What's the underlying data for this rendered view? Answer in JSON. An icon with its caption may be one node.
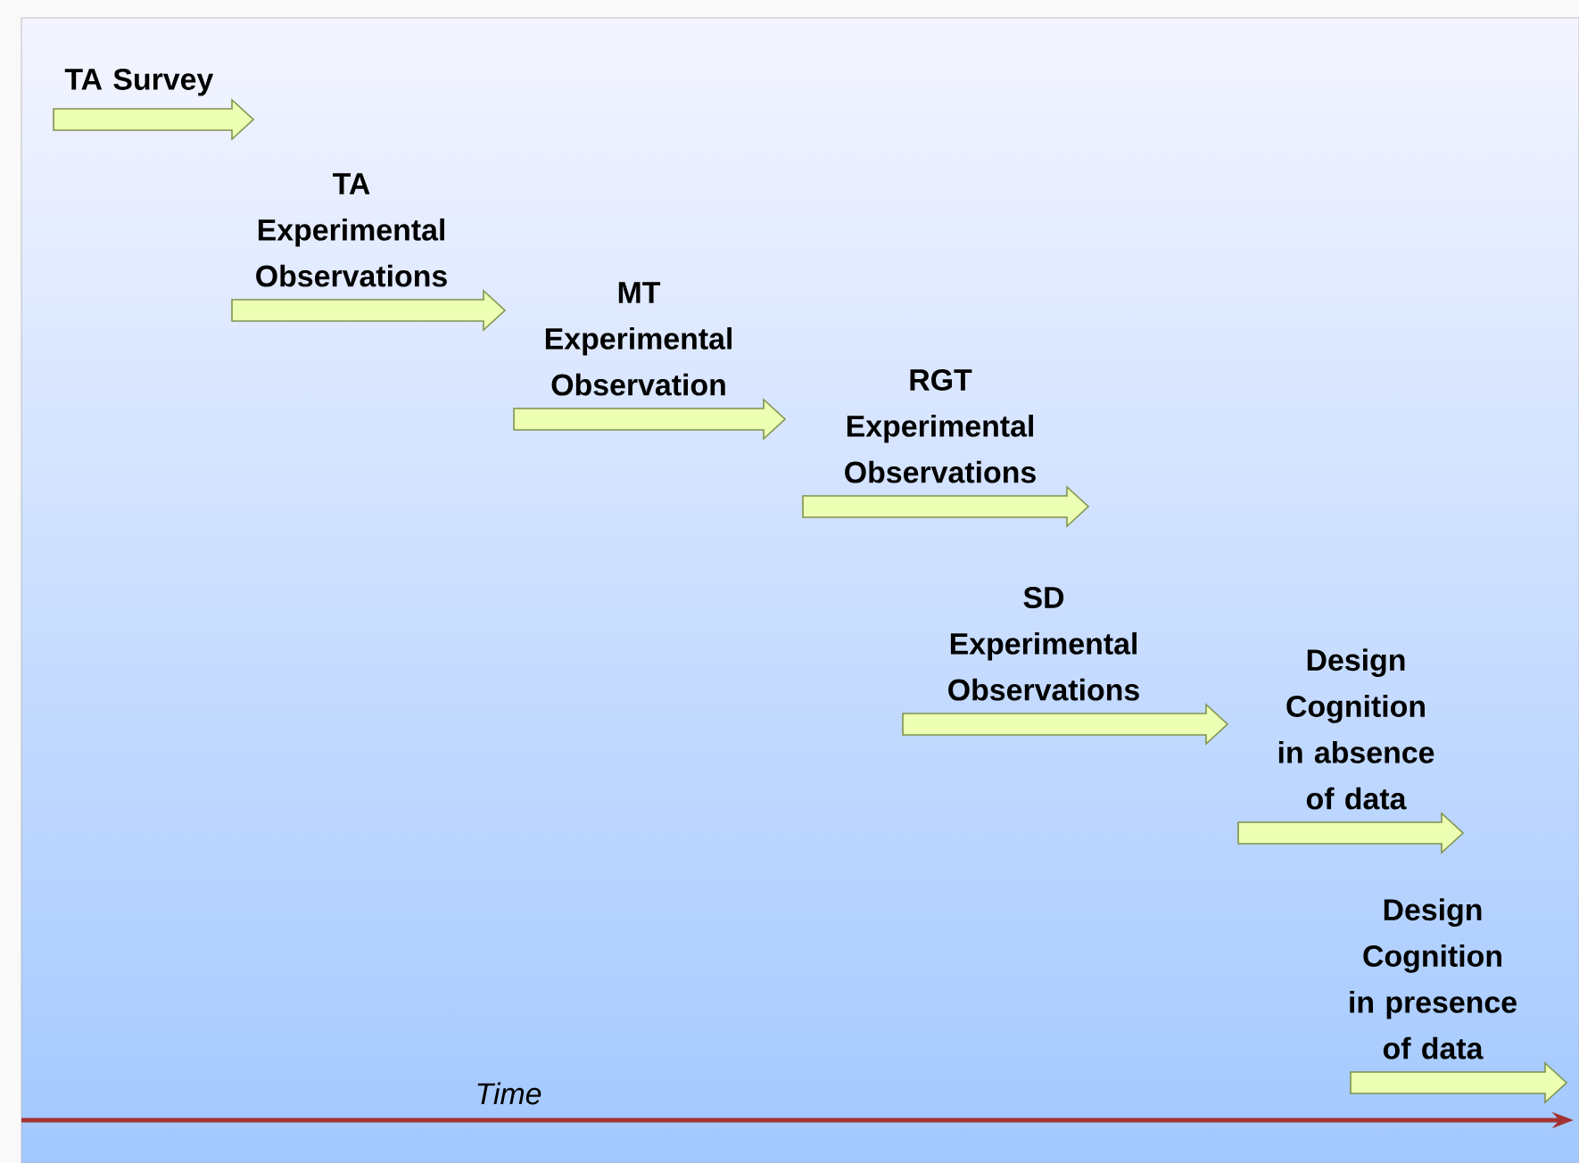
{
  "diagram": {
    "nodes": [
      {
        "text": [
          "TA Survey"
        ]
      },
      {
        "text": [
          "TA Experimental Observations"
        ]
      },
      {
        "text": [
          "MT Experimental Observation"
        ]
      },
      {
        "text": [
          "RGT Experimental Observations"
        ]
      },
      {
        "text": [
          "SD Experimental Observations"
        ]
      },
      {
        "text": [
          "Design Cognition in absence of data"
        ]
      },
      {
        "text": [
          "Design Cognition in presence of data"
        ]
      }
    ],
    "labels": [
      "Time"
    ]
  }
}
